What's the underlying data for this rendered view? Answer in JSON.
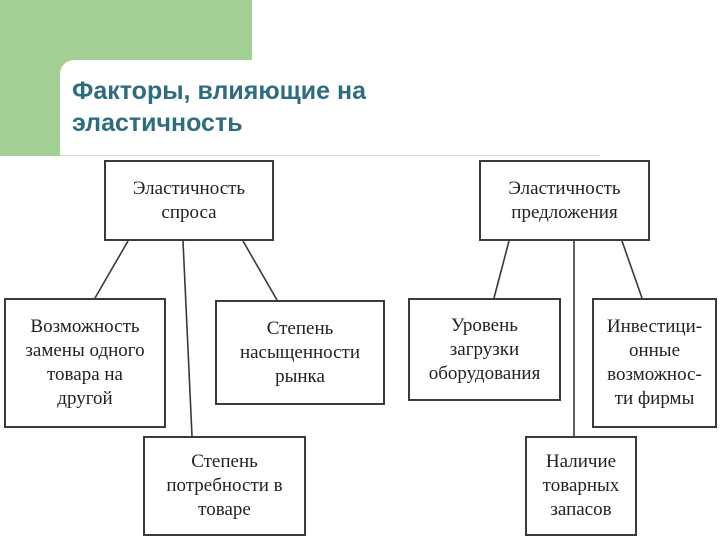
{
  "slide": {
    "title": "Факторы, влияющие на\nэластичность"
  },
  "diagram": {
    "demand": {
      "root": "Эластичность\nспроса",
      "children": [
        "Возможность\nзамены одного\nтовара на\nдругой",
        "Степень\nпотребности в\nтоваре",
        "Степень\nнасыщенности\nрынка"
      ]
    },
    "supply": {
      "root": "Эластичность\nпредложения",
      "children": [
        "Уровень\nзагрузки\nоборудования",
        "Наличие\nтоварных\nзапасов",
        "Инвестици-\nонные\nвозможнос-\nти фирмы"
      ]
    }
  },
  "colors": {
    "accent_green": "#a2cf93",
    "title_color": "#2f6d7e"
  }
}
